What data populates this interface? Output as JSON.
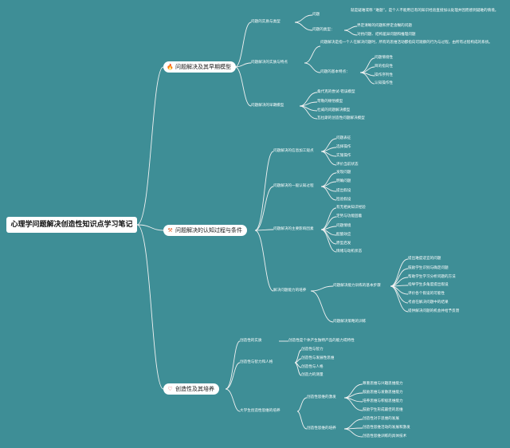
{
  "root": "心理学问题解决创造性知识点学习笔记",
  "icons": {
    "b1": "fire-icon",
    "b2": "tools-icon",
    "b3": "heart-icon"
  },
  "colors": {
    "background": "#3e8e96",
    "lines": "#f2f2f2",
    "fire": "#f08a1d",
    "tools": "#e2622c",
    "heart": "#d83a3a"
  },
  "b1": {
    "label": "问题解决及其早期模型",
    "s1": {
      "label": "问题的实质与类型",
      "problem": "问题",
      "problem_desc": "就是疑难或称 “难题”。是个人不能用已有的知识经验直接加以处理并因而感到疑难的情境。",
      "types": "问题的类型：",
      "type1": "界定清晰的问题和界定含糊的问题",
      "type2": "对抗问题、结构差异问题和推理问题"
    },
    "s2": {
      "label": "问题解决的实质与特点",
      "desc": "问题解决是指一个人在解决问题时，所有的思维活动都指向可观察的行为与过程，由所有过程构成的系统。",
      "features": "问题的基本特点：",
      "f1": "问题情境性",
      "f2": "目的指向性",
      "f3": "操作序列性",
      "f4": "认知操作性"
    },
    "s3": {
      "label": "问题解决的早期模型",
      "m1": "桑代克的尝试-错误模型",
      "m2": "苛勒的顿悟模型",
      "m3": "杜威的问题解决模型",
      "m4": "瓦拉斯的创造性问题解决模型"
    }
  },
  "b2": {
    "label": "问题解决的认知过程与条件",
    "s1": {
      "label": "问题解决的信息加工观点",
      "i1": "问题表征",
      "i2": "选择操作",
      "i3": "实施操作",
      "i4": "评价当前状态"
    },
    "s2": {
      "label": "问题解决的一般认知过程",
      "i1": "发现问题",
      "i2": "明确问题",
      "i3": "提出假设",
      "i4": "检验假设"
    },
    "s3": {
      "label": "问题解决的主要影响因素",
      "i1": "有无相关知识经验",
      "i2": "定势与功能固着",
      "i3": "问题情境",
      "i4": "酝酿效应",
      "i5": "原型启发",
      "i6": "情绪与动机状态"
    },
    "s4": {
      "label": "解决问题能力的培养",
      "train": "问题解决能力训练的基本步骤",
      "t1": "提出难度适宜的问题",
      "t2": "鼓励学生识别与确定问题",
      "t3": "帮助学生学习分析问题的方法",
      "t4": "指导学生多角度提出假设",
      "t5": "评价各个假设的可能性",
      "t6": "考虑在解决问题中的结果",
      "t7": "提供解决问题的机会并给予反馈",
      "practice": "问题解决策略的训练"
    }
  },
  "b3": {
    "label": "创造性及其培养",
    "s1": {
      "label": "创造性的实质",
      "def": "创造性是个体产生独特产品的能力或特性"
    },
    "s2": {
      "label": "创造性与智力和人格",
      "i1": "创造性与智力",
      "i2": "创造性与发展性思维",
      "i3": "创造性与人格",
      "i4": "创造力的测量"
    },
    "s3": {
      "label": "大学生创造性思维的培养",
      "env": "创造性思维的激发",
      "e1": "尊重思维与兴趣思维能力",
      "e2": "鼓励思维与发散思维能力",
      "e3": "培养思维与积极思维能力",
      "e4": "鼓励学生形成最佳的思维",
      "train": "创造性思维的培养",
      "r1": "创造性对于思维的发展",
      "r2": "创造性思维活动的发展和激发",
      "r3": "创造性思维训练的具体技术"
    }
  }
}
